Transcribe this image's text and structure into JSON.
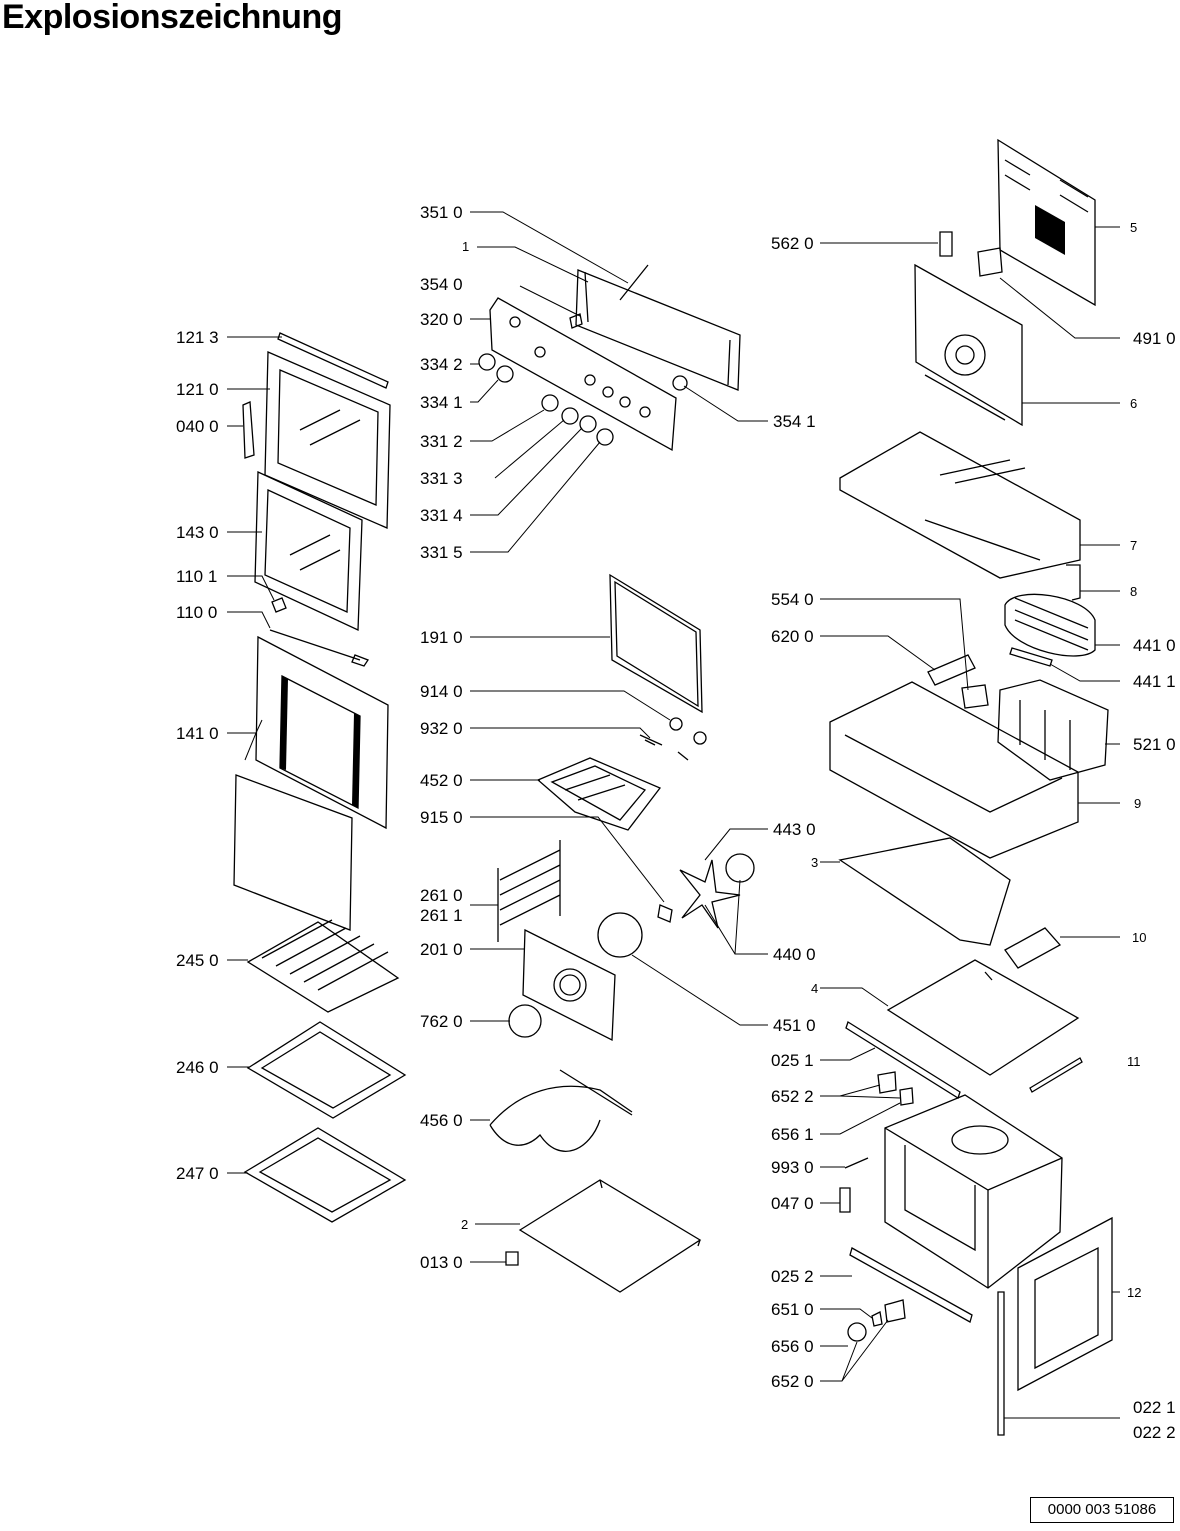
{
  "title": "Explosionszeichnung",
  "document_number": "0000 003 51086",
  "parts": [
    {
      "id": "p-3510",
      "text": "351 0"
    },
    {
      "id": "p-1",
      "text": "1"
    },
    {
      "id": "p-3540",
      "text": "354 0"
    },
    {
      "id": "p-3200",
      "text": "320 0"
    },
    {
      "id": "p-3342",
      "text": "334 2"
    },
    {
      "id": "p-3341",
      "text": "334 1"
    },
    {
      "id": "p-3312",
      "text": "331 2"
    },
    {
      "id": "p-3313",
      "text": "331 3"
    },
    {
      "id": "p-3314",
      "text": "331 4"
    },
    {
      "id": "p-3315",
      "text": "331 5"
    },
    {
      "id": "p-3541",
      "text": "354 1"
    },
    {
      "id": "p-5620",
      "text": "562 0"
    },
    {
      "id": "p-5",
      "text": "5"
    },
    {
      "id": "p-4910",
      "text": "491 0"
    },
    {
      "id": "p-6",
      "text": "6"
    },
    {
      "id": "p-7",
      "text": "7"
    },
    {
      "id": "p-8",
      "text": "8"
    },
    {
      "id": "p-1213",
      "text": "121 3"
    },
    {
      "id": "p-1210",
      "text": "121 0"
    },
    {
      "id": "p-0400",
      "text": "040 0"
    },
    {
      "id": "p-1430",
      "text": "143 0"
    },
    {
      "id": "p-1101",
      "text": "110 1"
    },
    {
      "id": "p-1100",
      "text": "110 0"
    },
    {
      "id": "p-1410",
      "text": "141 0"
    },
    {
      "id": "p-2450",
      "text": "245 0"
    },
    {
      "id": "p-2460",
      "text": "246 0"
    },
    {
      "id": "p-2470",
      "text": "247 0"
    },
    {
      "id": "p-1910",
      "text": "191 0"
    },
    {
      "id": "p-9140",
      "text": "914 0"
    },
    {
      "id": "p-9320",
      "text": "932 0"
    },
    {
      "id": "p-4520",
      "text": "452 0"
    },
    {
      "id": "p-9150",
      "text": "915 0"
    },
    {
      "id": "p-2610",
      "text": "261 0"
    },
    {
      "id": "p-2611",
      "text": "261 1"
    },
    {
      "id": "p-2010",
      "text": "201 0"
    },
    {
      "id": "p-7620",
      "text": "762 0"
    },
    {
      "id": "p-4560",
      "text": "456 0"
    },
    {
      "id": "p-2",
      "text": "2"
    },
    {
      "id": "p-0130",
      "text": "013 0"
    },
    {
      "id": "p-4430",
      "text": "443 0"
    },
    {
      "id": "p-4400",
      "text": "440 0"
    },
    {
      "id": "p-4510",
      "text": "451 0"
    },
    {
      "id": "p-5540",
      "text": "554 0"
    },
    {
      "id": "p-6200",
      "text": "620 0"
    },
    {
      "id": "p-4410",
      "text": "441 0"
    },
    {
      "id": "p-4411",
      "text": "441 1"
    },
    {
      "id": "p-5210",
      "text": "521 0"
    },
    {
      "id": "p-9",
      "text": "9"
    },
    {
      "id": "p-3",
      "text": "3"
    },
    {
      "id": "p-10",
      "text": "10"
    },
    {
      "id": "p-4",
      "text": "4"
    },
    {
      "id": "p-0251",
      "text": "025 1"
    },
    {
      "id": "p-11",
      "text": "11"
    },
    {
      "id": "p-6522",
      "text": "652 2"
    },
    {
      "id": "p-6561",
      "text": "656 1"
    },
    {
      "id": "p-9930",
      "text": "993 0"
    },
    {
      "id": "p-0470",
      "text": "047 0"
    },
    {
      "id": "p-0252",
      "text": "025 2"
    },
    {
      "id": "p-12",
      "text": "12"
    },
    {
      "id": "p-6510",
      "text": "651 0"
    },
    {
      "id": "p-6560",
      "text": "656 0"
    },
    {
      "id": "p-6520",
      "text": "652 0"
    },
    {
      "id": "p-0221",
      "text": "022 1"
    },
    {
      "id": "p-0222",
      "text": "022 2"
    }
  ]
}
